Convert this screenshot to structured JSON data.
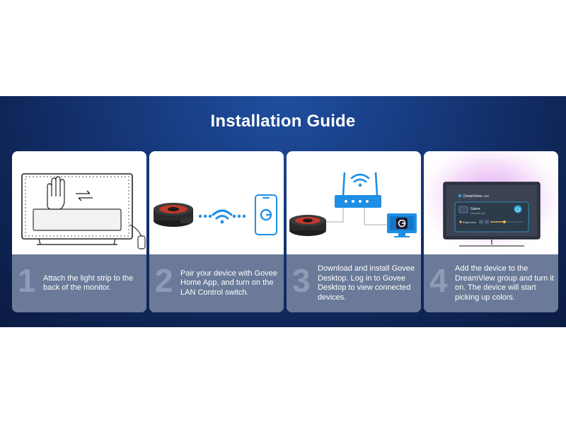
{
  "title": "Installation Guide",
  "steps": [
    {
      "number": "1",
      "text": "Attach the light strip to the back of the monitor."
    },
    {
      "number": "2",
      "text": "Pair your device with Govee Home App, and turn on the LAN Control switch."
    },
    {
      "number": "3",
      "text": "Download and install Govee Desktop. Log in to Govee Desktop to view connected devices."
    },
    {
      "number": "4",
      "text": "Add the device to the DreamView group and turn it on. The device will start picking up colors."
    }
  ],
  "app_ui": {
    "app_name": "DreamView",
    "add_label": "+ Add",
    "group_name": "Game",
    "devices_label": "Devices (2)",
    "brightness_label": "Brightness"
  },
  "colors": {
    "banner": "#173a7e",
    "caption": "#6a7a98",
    "wifi": "#1f8fe6",
    "accent": "#2aa6d6"
  },
  "icons": [
    "monitor-icon",
    "hand-icon",
    "swap-arrows-icon",
    "led-strip-reel-icon",
    "wifi-icon",
    "phone-icon",
    "govee-logo-icon",
    "router-icon"
  ]
}
